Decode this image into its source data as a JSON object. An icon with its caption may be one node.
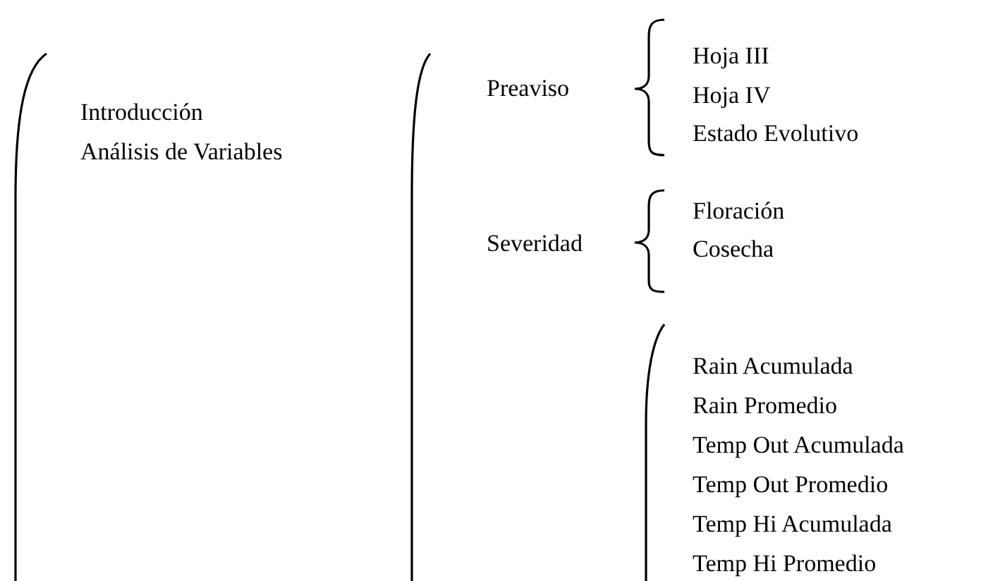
{
  "diagram": {
    "labels": [
      "Introducción",
      "Análisis de Variables",
      "Preaviso",
      "Hoja III",
      "Hoja IV",
      "Estado Evolutivo",
      "Severidad",
      "Floración",
      "Cosecha",
      "Rain Acumulada",
      "Rain Promedio",
      "Temp Out Acumulada",
      "Temp Out Promedio",
      "Temp Hi Acumulada",
      "Temp Hi Promedio"
    ]
  }
}
